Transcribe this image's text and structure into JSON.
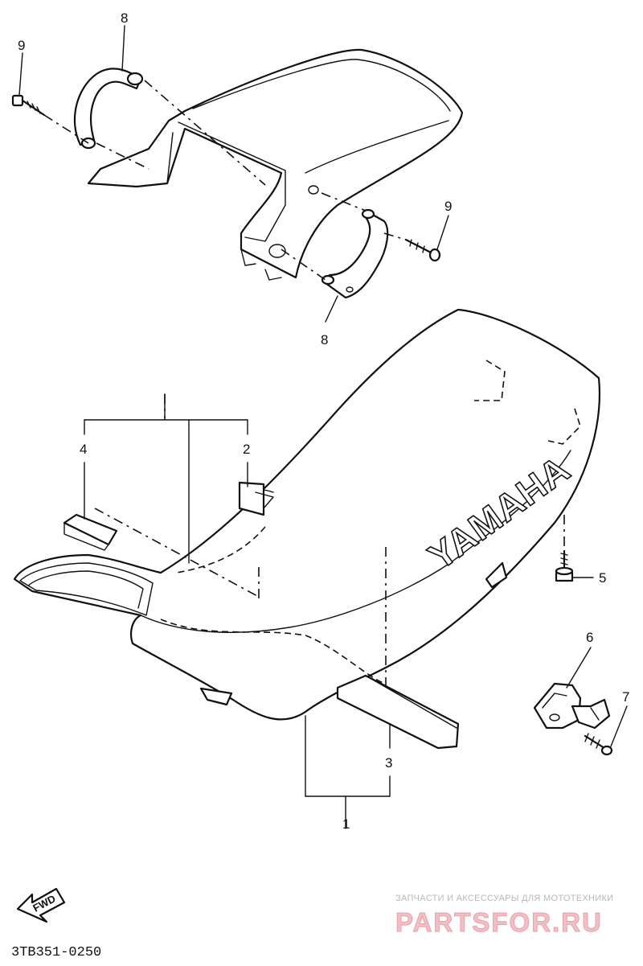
{
  "diagram": {
    "callouts": {
      "c1": "1",
      "c2": "2",
      "c3": "3",
      "c4": "4",
      "c5": "5",
      "c6": "6",
      "c7": "7",
      "c8_top": "8",
      "c8_bottom": "8",
      "c9_left": "9",
      "c9_right": "9"
    },
    "seat_brand": "YAMAHA",
    "fwd_label": "FWD",
    "drawing_code": "3TB351-0250"
  },
  "watermark": {
    "tagline": "ЗАПЧАСТИ И АКСЕССУАРЫ ДЛЯ МОТОТЕХНИКИ",
    "site": "PARTSFOR.RU"
  }
}
